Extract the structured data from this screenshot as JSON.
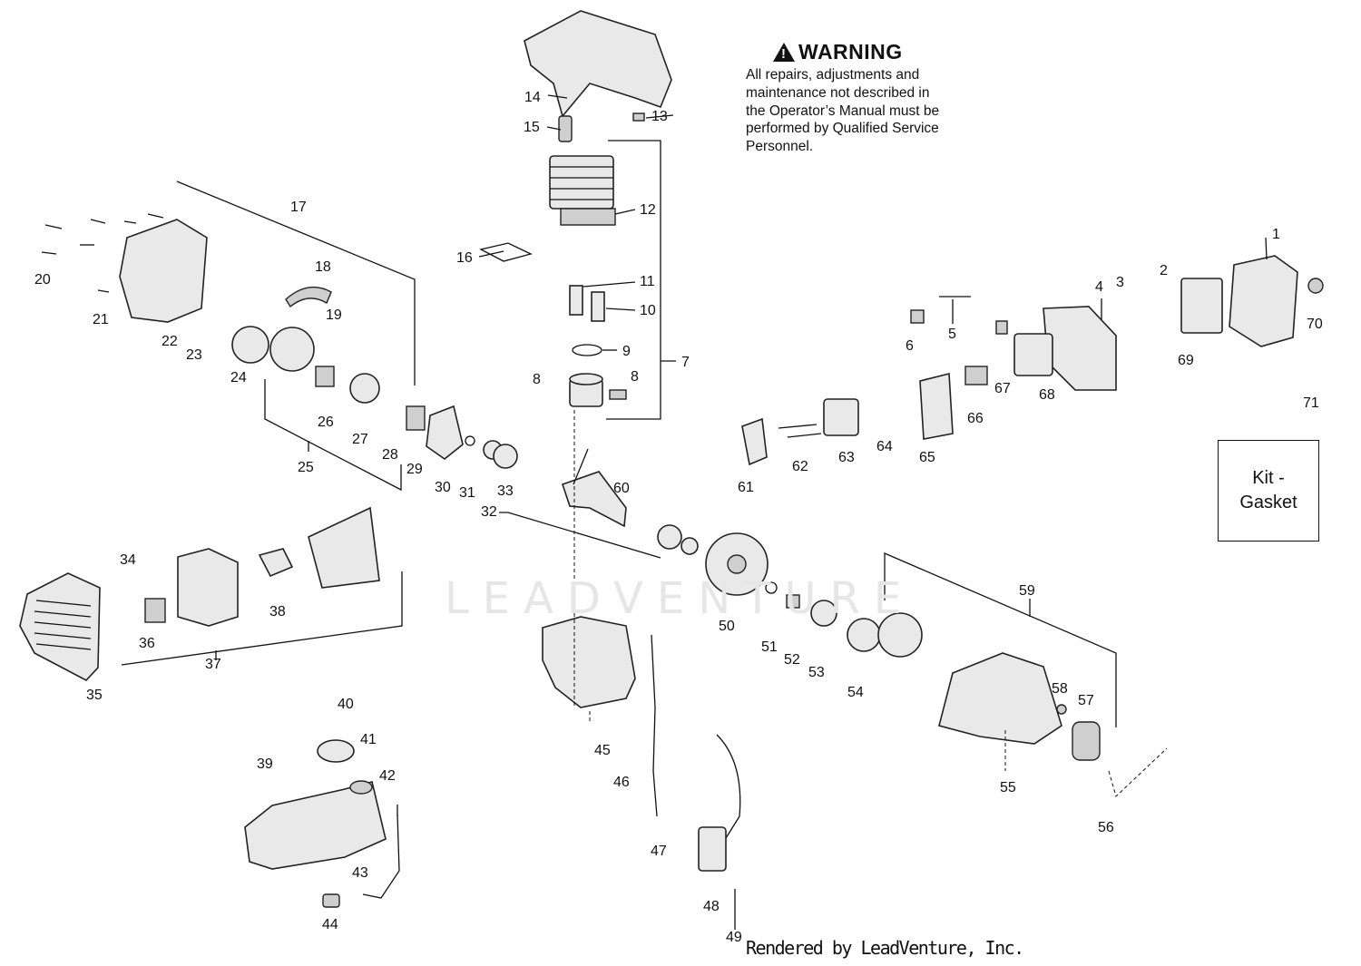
{
  "warning": {
    "title": "WARNING",
    "text": "All repairs, adjustments and\nmaintenance not described in\nthe Operator’s Manual must be\nperformed by Qualified Service\nPersonnel."
  },
  "kit_box": {
    "text": "Kit -\nGasket"
  },
  "watermark": "LEADVENTURE",
  "credit": "Rendered by LeadVenture, Inc.",
  "callouts": [
    "1",
    "2",
    "3",
    "4",
    "5",
    "6",
    "7",
    "8",
    "8",
    "9",
    "10",
    "11",
    "12",
    "13",
    "14",
    "15",
    "16",
    "17",
    "18",
    "19",
    "20",
    "21",
    "22",
    "23",
    "24",
    "25",
    "26",
    "27",
    "28",
    "29",
    "30",
    "31",
    "32",
    "33",
    "34",
    "35",
    "36",
    "37",
    "38",
    "39",
    "40",
    "41",
    "42",
    "43",
    "44",
    "45",
    "46",
    "47",
    "48",
    "49",
    "50",
    "51",
    "52",
    "53",
    "54",
    "55",
    "56",
    "57",
    "58",
    "59",
    "60",
    "61",
    "62",
    "63",
    "64",
    "65",
    "66",
    "67",
    "68",
    "69",
    "70",
    "71"
  ],
  "colors": {
    "ink": "#111111",
    "watermark": "#e6e6e6",
    "background": "#ffffff"
  },
  "icons": [
    "warning-icon"
  ]
}
